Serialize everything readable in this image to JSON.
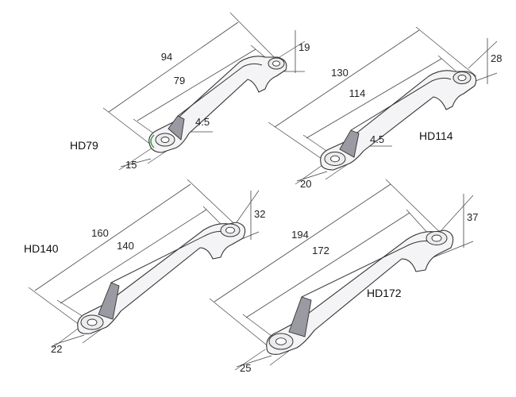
{
  "handles": [
    {
      "model": "HD79",
      "overall_length": "94",
      "hole_spacing": "79",
      "height": "19",
      "base_width": "15",
      "hole_diameter": "4.5"
    },
    {
      "model": "HD114",
      "overall_length": "130",
      "hole_spacing": "114",
      "height": "28",
      "base_width": "20",
      "hole_diameter": "4.5"
    },
    {
      "model": "HD140",
      "overall_length": "160",
      "hole_spacing": "140",
      "height": "32",
      "base_width": "22"
    },
    {
      "model": "HD172",
      "overall_length": "194",
      "hole_spacing": "172",
      "height": "37",
      "base_width": "25"
    }
  ],
  "colors": {
    "line": "#333333",
    "shade": "#9a9aa2",
    "body": "#f4f4f6",
    "highlight_ring": "#3a9a3a"
  }
}
